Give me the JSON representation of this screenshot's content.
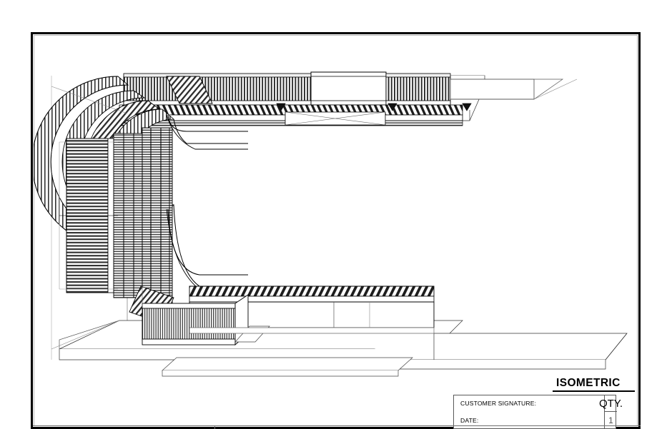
{
  "sheet": {
    "view_title": "ISOMETRIC"
  },
  "title_block": {
    "customer_signature_label": "CUSTOMER SIGNATURE:",
    "date_label": "DATE:",
    "qty_header": "QTY.",
    "qty_value": "1"
  },
  "drawing": {
    "description": "Isometric CAD line drawing of a U-shaped (180 degree) curved belt conveyor system with dense roller slat detail, support frame and floor base plates",
    "line_color": "#000000",
    "fill_color": "#ffffff",
    "shade_color": "#d9d9d9",
    "dark_shade_color": "#3a3a3a"
  }
}
